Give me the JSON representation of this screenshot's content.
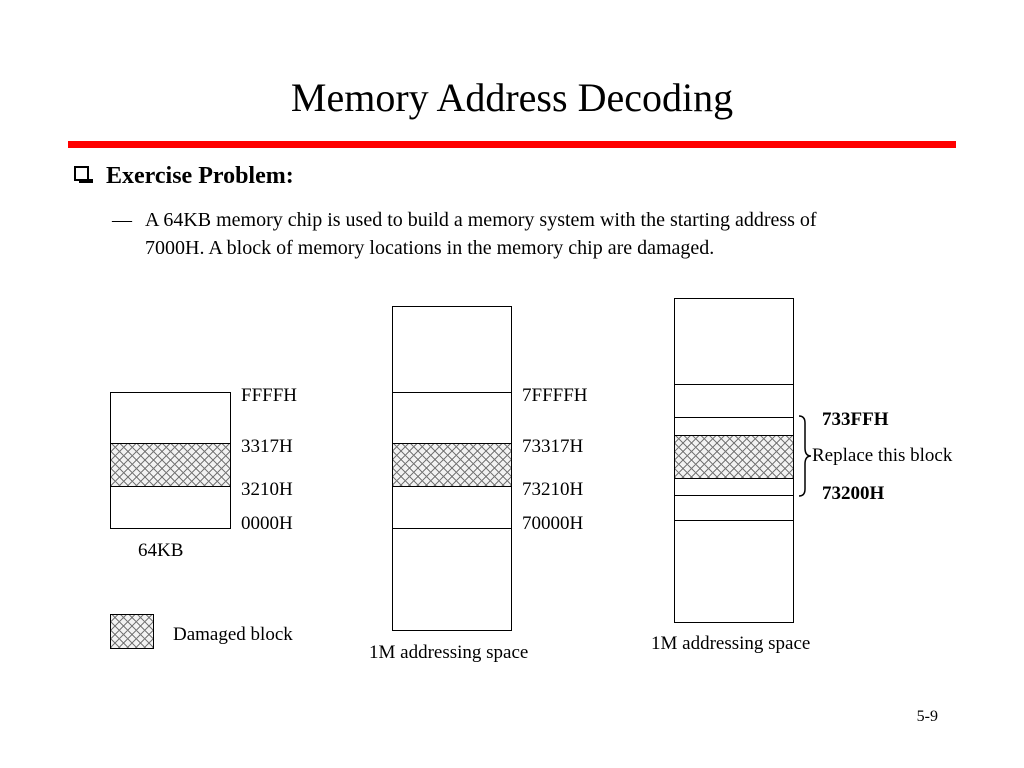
{
  "slide": {
    "title": "Memory Address Decoding",
    "heading": "Exercise Problem:",
    "dash": "—",
    "para_line1": "A 64KB memory chip is used to build a memory system with the starting address of",
    "para_line2": "7000H. A block of memory locations in the memory chip are damaged.",
    "page_number": "5-9"
  },
  "chip": {
    "labels": {
      "top": "FFFFH",
      "damaged_end": "3317H",
      "damaged_start": "3210H",
      "bottom": "0000H"
    },
    "caption": "64KB"
  },
  "system1": {
    "labels": {
      "top": "7FFFFH",
      "damaged_end": "73317H",
      "damaged_start": "73210H",
      "bottom": "70000H"
    },
    "caption": "1M addressing space"
  },
  "system2": {
    "labels": {
      "block_end": "733FFH",
      "replace": "Replace this block",
      "block_start": "73200H"
    },
    "caption": "1M addressing space"
  },
  "legend": {
    "label": "Damaged block"
  },
  "colors": {
    "accent_rule": "#ff0000",
    "hatch": "#777777"
  }
}
